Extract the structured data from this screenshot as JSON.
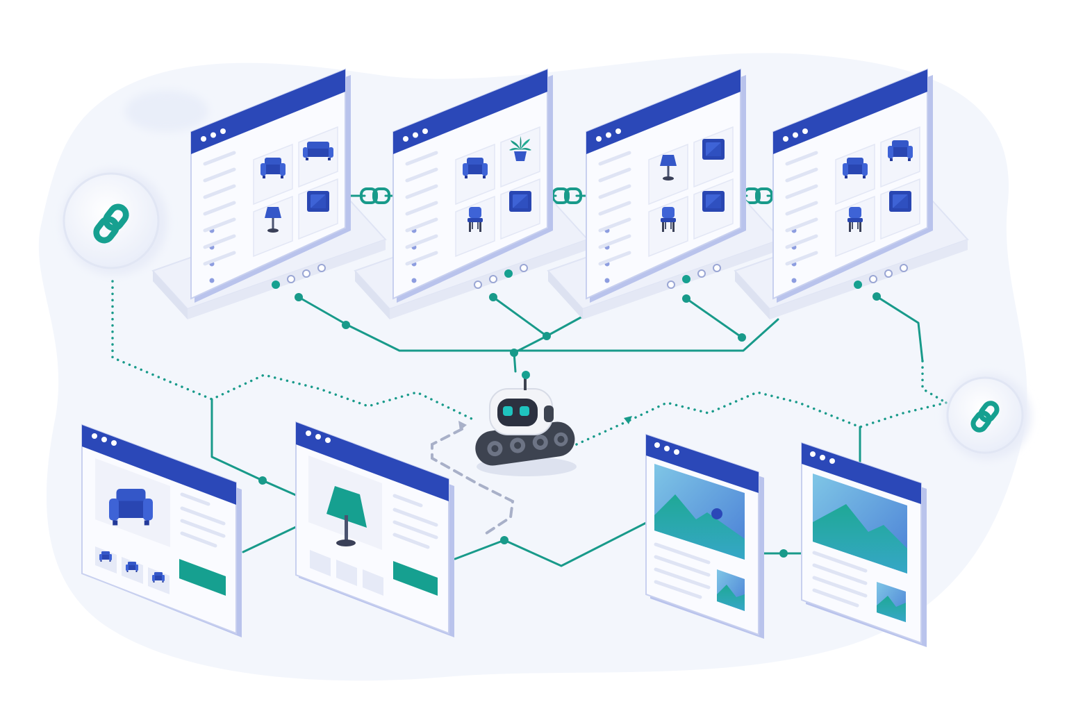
{
  "colors": {
    "background": "#ffffff",
    "backdrop": "#f2f5fc",
    "browser_bar": "#2b48b8",
    "browser_bar_edge": "#8d9de0",
    "frame": "#b9c3ec",
    "panel": "#fafbff",
    "cell": "#f3f5fc",
    "placeholder_line": "#dfe4f4",
    "furniture": "#3457c8",
    "accent": "#16a090",
    "connector": "#189a8a",
    "robot_body": "#f3f4f8",
    "robot_dark": "#3d4350",
    "robot_eye": "#1fc3bf",
    "dashed_path": "#a8b0c8"
  },
  "icons": {
    "link": "link-icon",
    "armchair": "armchair-icon",
    "sofa": "sofa-icon",
    "lamp": "lamp-icon",
    "cabinet": "cabinet-icon",
    "plant": "plant-icon",
    "chair": "chair-icon",
    "landscape": "landscape-image-icon",
    "robot": "crawler-robot-icon"
  },
  "category_pages": [
    {
      "items": [
        "armchair",
        "sofa",
        "lamp",
        "cabinet"
      ],
      "active_page": 1
    },
    {
      "items": [
        "armchair",
        "plant",
        "chair",
        "cabinet"
      ],
      "active_page": 3
    },
    {
      "items": [
        "lamp",
        "cabinet",
        "chair",
        "cabinet"
      ],
      "active_page": 2
    },
    {
      "items": [
        "armchair",
        "armchair",
        "chair",
        "cabinet"
      ],
      "active_page": 1
    }
  ],
  "product_pages": [
    {
      "hero": "armchair",
      "variants": 3,
      "has_cta": true
    },
    {
      "hero": "lamp",
      "variants": 3,
      "has_cta": true
    }
  ],
  "article_pages": [
    {
      "hero": "landscape",
      "sun": true
    },
    {
      "hero": "landscape",
      "sun": false
    }
  ],
  "pagination": {
    "dots_per_page": 4
  }
}
